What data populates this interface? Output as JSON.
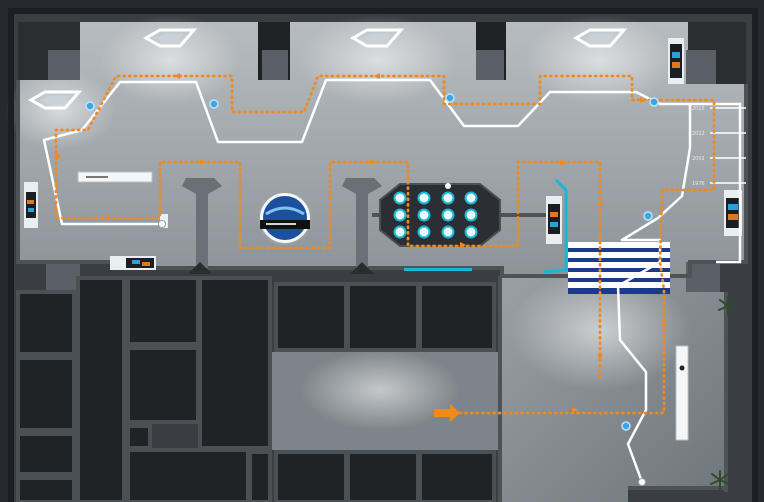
{
  "timeline": {
    "years": [
      "2015",
      "2012",
      "2002",
      "1976"
    ]
  },
  "colors": {
    "floor_hall": "#9aa1a6",
    "floor_dark": "#2d3135",
    "wall": "#4b5055",
    "room_dark": "#1e2124",
    "route_orange": "#f08a1c",
    "path_white": "#ffffff",
    "accent_cyan": "#19b6d6",
    "marker_blue": "#3aa6e8"
  },
  "icons": {
    "entry_marker": "arrow-right-icon",
    "exhibit_marker": "blue-dot-icon",
    "plant": "plant-icon",
    "ceiling_light": "diamond-light-icon"
  }
}
